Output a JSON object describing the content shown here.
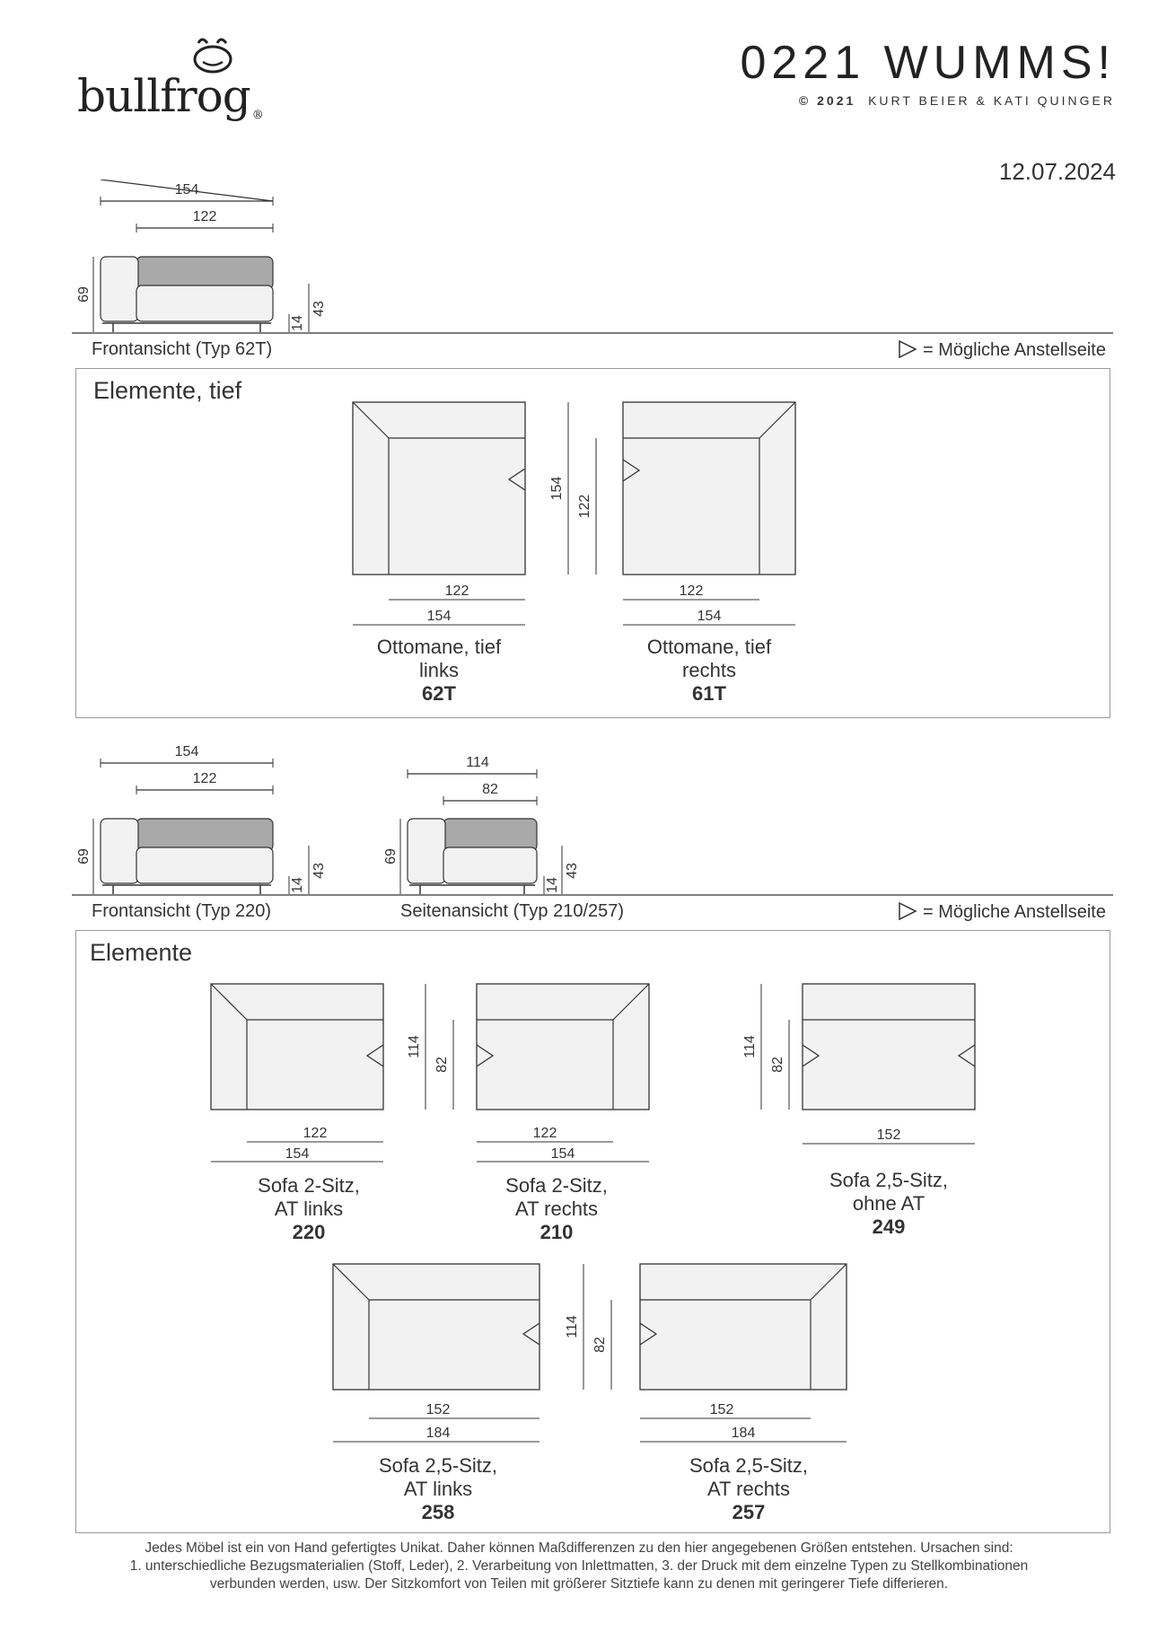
{
  "header": {
    "brand": "bullfrog",
    "registered": "®",
    "title": "0221 WUMMS!",
    "copyright_year": "© 2021",
    "copyright_names": "KURT BEIER & KATI QUINGER",
    "date": "12.07.2024"
  },
  "legend": {
    "text": "= Mögliche Anstellseite"
  },
  "front_view_1": {
    "caption": "Frontansicht (Typ 62T)",
    "dims": {
      "width_total": "154",
      "width_seat": "122",
      "height": "69",
      "seat_height": "43",
      "leg": "14"
    }
  },
  "section_1": {
    "title": "Elemente, tief",
    "elements": [
      {
        "name_line1": "Ottomane, tief",
        "name_line2": "links",
        "code": "62T",
        "dim_inner": "122",
        "dim_outer": "154"
      },
      {
        "name_line1": "Ottomane, tief",
        "name_line2": "rechts",
        "code": "61T",
        "dim_inner": "122",
        "dim_outer": "154"
      }
    ],
    "depth_outer": "154",
    "depth_inner": "122"
  },
  "front_view_2": {
    "caption": "Frontansicht (Typ 220)",
    "dims": {
      "width_total": "154",
      "width_seat": "122",
      "height": "69",
      "seat_height": "43",
      "leg": "14"
    }
  },
  "side_view": {
    "caption": "Seitenansicht (Typ 210/257)",
    "dims": {
      "width_total": "114",
      "width_seat": "82",
      "height": "69",
      "seat_height": "43",
      "leg": "14"
    }
  },
  "section_2": {
    "title": "Elemente",
    "depth_outer": "114",
    "depth_inner": "82",
    "elements": [
      {
        "name_line1": "Sofa 2-Sitz,",
        "name_line2": "AT links",
        "code": "220",
        "dim_inner": "122",
        "dim_outer": "154"
      },
      {
        "name_line1": "Sofa 2-Sitz,",
        "name_line2": "AT rechts",
        "code": "210",
        "dim_inner": "122",
        "dim_outer": "154"
      },
      {
        "name_line1": "Sofa 2,5-Sitz,",
        "name_line2": "ohne AT",
        "code": "249",
        "dim_outer": "152"
      },
      {
        "name_line1": "Sofa 2,5-Sitz,",
        "name_line2": "AT links",
        "code": "258",
        "dim_inner": "152",
        "dim_outer": "184"
      },
      {
        "name_line1": "Sofa 2,5-Sitz,",
        "name_line2": "AT rechts",
        "code": "257",
        "dim_inner": "152",
        "dim_outer": "184"
      }
    ]
  },
  "footer": {
    "line1": "Jedes Möbel ist ein von Hand gefertigtes Unikat. Daher können Maßdifferenzen zu den hier angegebenen Größen entstehen. Ursachen sind:",
    "line2": "1. unterschiedliche Bezugsmaterialien (Stoff, Leder), 2. Verarbeitung von Inlettmatten, 3. der Druck mit dem einzelne Typen zu Stellkombinationen",
    "line3": "verbunden werden, usw. Der Sitzkomfort von Teilen mit größerer Sitztiefe kann zu denen mit geringerer Tiefe differieren."
  },
  "colors": {
    "backrest_fill": "#a9a9a9",
    "seat_fill": "#f2f2f2",
    "line": "#333333",
    "box_border": "#999999"
  }
}
